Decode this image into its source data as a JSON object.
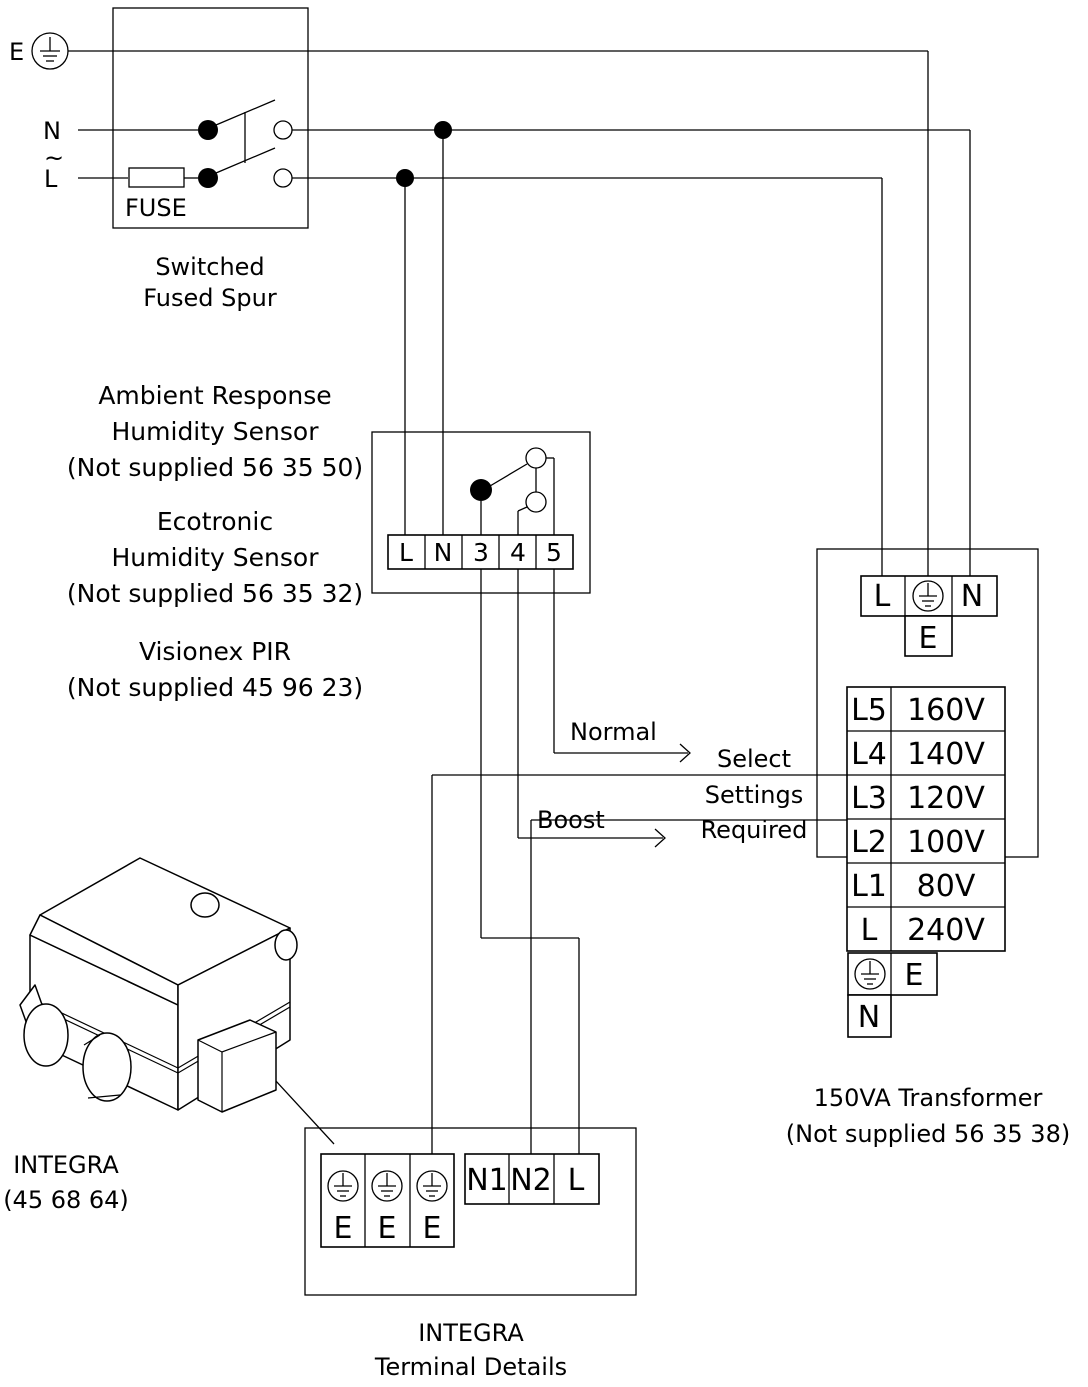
{
  "supply": {
    "earth": "E",
    "neutral": "N",
    "live_tilde": "~",
    "live": "L",
    "fuse": "FUSE"
  },
  "spur": {
    "title_line1": "Switched",
    "title_line2": "Fused Spur"
  },
  "sensor": {
    "caption": [
      "Ambient Response",
      "Humidity Sensor",
      "(Not supplied 56 35 50)",
      "Ecotronic",
      "Humidity Sensor",
      "(Not supplied 56 35 32)",
      "Visionex PIR",
      "(Not supplied 45 96 23)"
    ],
    "terminals": [
      "L",
      "N",
      "3",
      "4",
      "5"
    ]
  },
  "settings": {
    "normal": "Normal",
    "boost": "Boost",
    "select_line1": "Select",
    "select_line2": "Settings",
    "select_line3": "Required"
  },
  "transformer": {
    "input_terminals": [
      "L",
      "N"
    ],
    "earth": "E",
    "taps": [
      {
        "tap": "L5",
        "voltage": "160V"
      },
      {
        "tap": "L4",
        "voltage": "140V"
      },
      {
        "tap": "L3",
        "voltage": "120V"
      },
      {
        "tap": "L2",
        "voltage": "100V"
      },
      {
        "tap": "L1",
        "voltage": "80V"
      },
      {
        "tap": "L",
        "voltage": "240V"
      }
    ],
    "out_earth": "E",
    "out_neutral": "N",
    "caption_line1": "150VA Transformer",
    "caption_line2": "(Not supplied 56 35 38)"
  },
  "integra": {
    "caption_line1": "INTEGRA",
    "caption_line2": "(45 68 64)",
    "earth_terminals": [
      "E",
      "E",
      "E"
    ],
    "terminals": [
      "N1",
      "N2",
      "L"
    ],
    "details_line1": "INTEGRA",
    "details_line2": "Terminal Details"
  }
}
